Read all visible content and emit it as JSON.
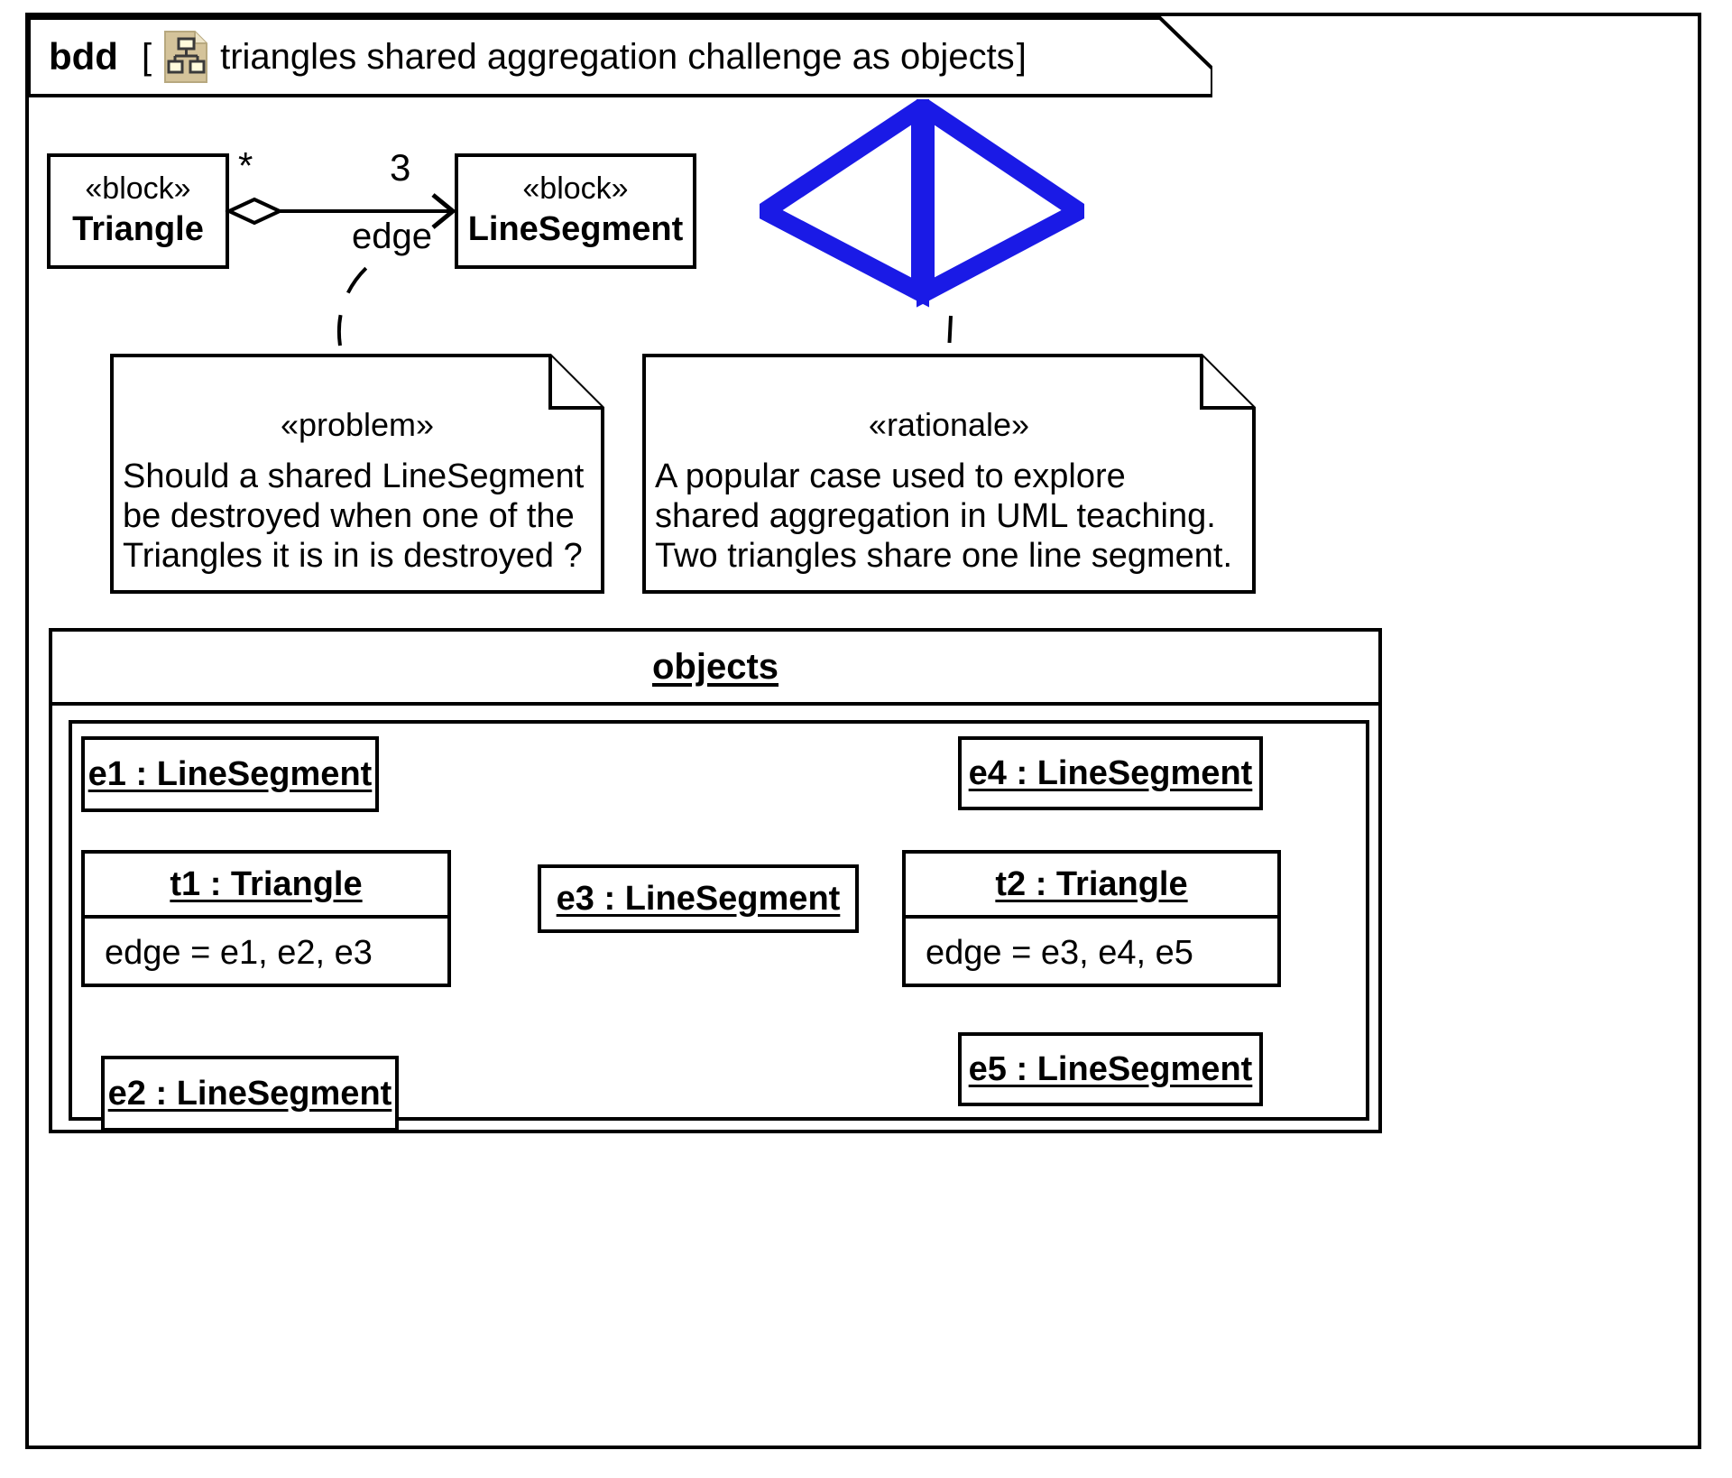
{
  "diagram": {
    "kind_label": "bdd",
    "bracket_open": "[",
    "bracket_close": "]",
    "icon_name": "block-definition-diagram-icon",
    "title": "triangles shared aggregation challenge as objects"
  },
  "blocks": [
    {
      "id": "triangle",
      "stereotype": "«block»",
      "name": "Triangle"
    },
    {
      "id": "linesegment",
      "stereotype": "«block»",
      "name": "LineSegment"
    }
  ],
  "association": {
    "source_multiplicity": "*",
    "target_multiplicity": "3",
    "role_label": "edge",
    "source_end": "shared-aggregation-diamond",
    "target_end": "open-arrow"
  },
  "illustration": {
    "name": "two-triangles-sharing-one-segment",
    "color": "#1A1AE6",
    "description": "Two triangles drawn in blue sharing one vertical line segment"
  },
  "notes": [
    {
      "id": "problem",
      "stereotype": "«problem»",
      "lines": [
        "Should a shared LineSegment",
        "be destroyed when one of the",
        "Triangles it is in is destroyed ?"
      ]
    },
    {
      "id": "rationale",
      "stereotype": "«rationale»",
      "lines": [
        "A popular case used to explore",
        "shared aggregation in UML teaching.",
        "Two triangles share one line segment."
      ]
    }
  ],
  "objects_panel": {
    "title": "objects",
    "instances": [
      {
        "id": "e1",
        "name": "e1 : LineSegment",
        "slots": []
      },
      {
        "id": "e2",
        "name": "e2 : LineSegment",
        "slots": []
      },
      {
        "id": "e3",
        "name": "e3 : LineSegment",
        "slots": []
      },
      {
        "id": "e4",
        "name": "e4 : LineSegment",
        "slots": []
      },
      {
        "id": "e5",
        "name": "e5 : LineSegment",
        "slots": []
      },
      {
        "id": "t1",
        "name": "t1 : Triangle",
        "slots": [
          "edge = e1, e2, e3"
        ]
      },
      {
        "id": "t2",
        "name": "t2 : Triangle",
        "slots": [
          "edge = e3, e4, e5"
        ]
      }
    ]
  },
  "colors": {
    "line": "#000000",
    "background": "#FFFFFF",
    "illustration_blue": "#1A1AE6",
    "icon_fill": "#D4C39A",
    "icon_box_fill": "#FFFBDC"
  }
}
